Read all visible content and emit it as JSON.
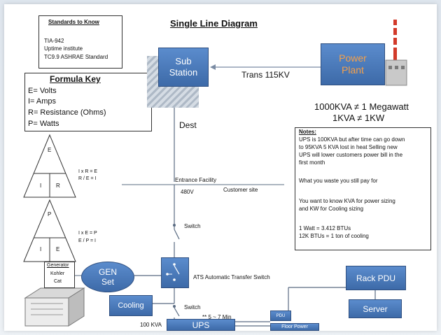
{
  "title": "Single Line Diagram",
  "standards": {
    "heading": "Standards to Know",
    "items": [
      "TIA-942",
      "Uptime institute",
      "TC9.9 ASHRAE Standard"
    ]
  },
  "formula_key": {
    "heading": "Formula Key",
    "items": [
      "E= Volts",
      "I= Amps",
      "R= Resistance (Ohms)",
      "P= Watts"
    ]
  },
  "triangle_ohm": {
    "top": "E",
    "left": "I",
    "right": "R",
    "eq1": "I x R = E",
    "eq2": "R / E = I"
  },
  "triangle_power": {
    "top": "P",
    "left": "I",
    "right": "E",
    "eq1": "I x E = P",
    "eq2": "E / P = I"
  },
  "substation": {
    "label_line1": "Sub",
    "label_line2": "Station"
  },
  "power_plant": {
    "label_line1": "Power",
    "label_line2": "Plant"
  },
  "trans_label": "Trans 115KV",
  "dest_label": "Dest",
  "kva_line1": "1000KVA ≠ 1 Megawatt",
  "kva_line2": "1KVA ≠ 1KW",
  "notes": {
    "heading": "Notes:",
    "para1": [
      "UPS is 100KVA but after time can go down",
      "to 95KVA 5 KVA lost in heat Selling new",
      "UPS will lower customers power bill in the",
      "first month"
    ],
    "para2": "What you waste you still pay for",
    "para3": [
      "You want to know KVA for power sizing",
      "and KW for Cooling sizing"
    ],
    "para4": [
      "1 Watt = 3.412 BTUs",
      "12K BTUs = 1 ton of cooling"
    ]
  },
  "entrance_facility": "Entrance Facility",
  "customer_site": "Customer site",
  "voltage": "480V",
  "switch1": "Switch",
  "switch2": "Switch",
  "generator": {
    "lines": [
      "Generator",
      "Kohler",
      "Cat"
    ]
  },
  "gen_set": {
    "line1": "GEN",
    "line2": "Set"
  },
  "ats_label": "ATS Automatic Transfer Switch",
  "cooling": "Cooling",
  "time_label": "** 5 ~ 7 Min",
  "kva100": "100 KVA",
  "ups": "UPS",
  "pdu_small": "PDU",
  "floor_power": "Floor Power",
  "rack_pdu": "Rack PDU",
  "server": "Server",
  "colors": {
    "block": "#4a7bbd",
    "plant": "#e8893a",
    "wire": "#5a6b82"
  }
}
